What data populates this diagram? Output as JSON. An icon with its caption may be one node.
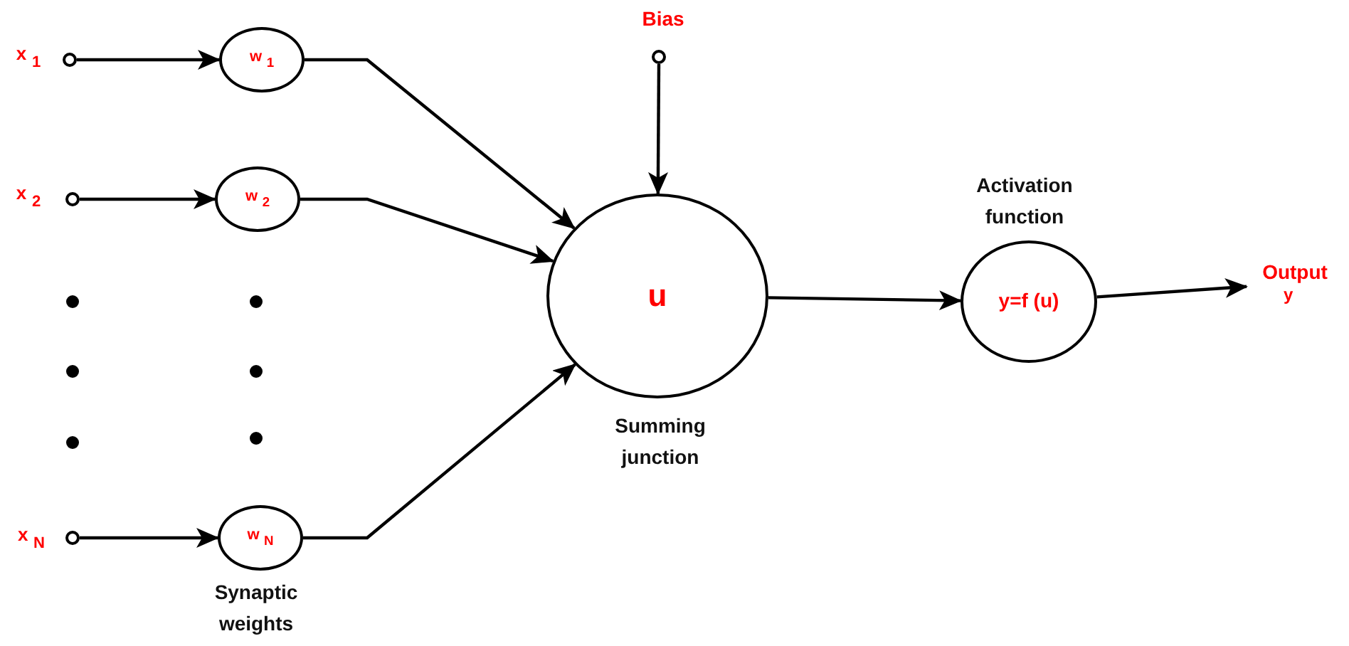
{
  "diagram": {
    "nodes": [
      {
        "text": [],
        "shape": "circle",
        "beside": [
          "x$_{1}$"
        ]
      },
      {
        "text": [
          "w$_{1}$"
        ]
      },
      {
        "text": [],
        "shape": "circle",
        "beside": [
          "x$_{2}$"
        ]
      },
      {
        "text": [
          "w$_{2}$"
        ]
      },
      {
        "text": [],
        "shape": "circle",
        "beside": [
          "x$_{N}$"
        ]
      },
      {
        "text": [
          "w$_{N}$"
        ]
      },
      {
        "text": [],
        "shape": "circle",
        "beside": [
          "Bias"
        ]
      },
      {
        "text": [
          "u"
        ],
        "beside": [
          "Summing junction"
        ]
      },
      {
        "text": [
          "y=f (u)"
        ],
        "beside": [
          "Activation function"
        ]
      },
      {
        "text": [
          "Output",
          "y"
        ]
      }
    ],
    "edges": [
      {
        "from": 0,
        "to": 1,
        "arrow": "to"
      },
      {
        "from": 2,
        "to": 3,
        "arrow": "to"
      },
      {
        "from": 4,
        "to": 5,
        "arrow": "to"
      },
      {
        "from": 1,
        "to": 7,
        "arrow": "to"
      },
      {
        "from": 3,
        "to": 7,
        "arrow": "to"
      },
      {
        "from": 5,
        "to": 7,
        "arrow": "to"
      },
      {
        "from": 6,
        "to": 7,
        "arrow": "to"
      },
      {
        "from": 7,
        "to": 8,
        "arrow": "to"
      },
      {
        "from": 8,
        "to": 9,
        "arrow": "to"
      }
    ],
    "labels": [
      "Synaptic weights"
    ]
  }
}
